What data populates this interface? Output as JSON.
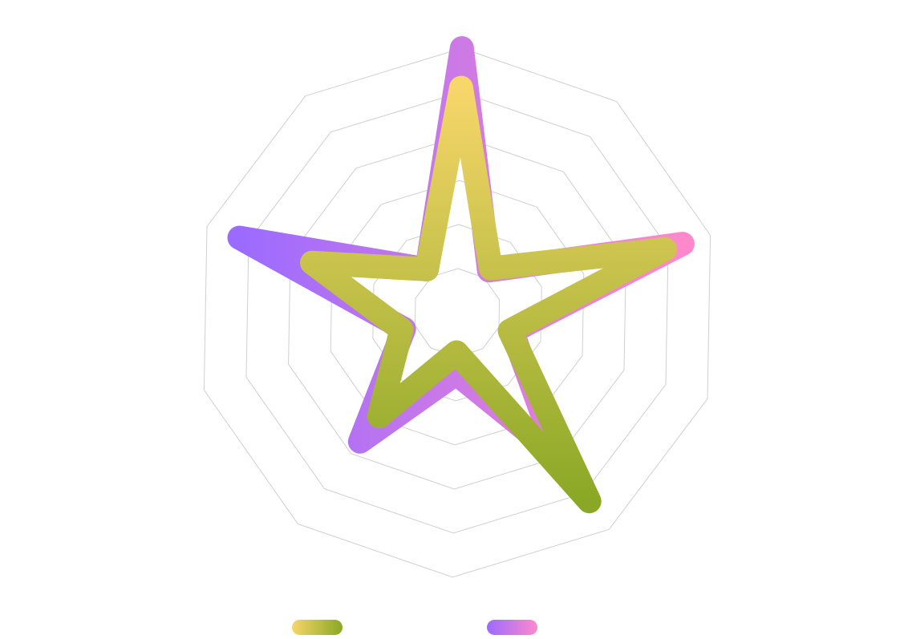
{
  "chart_data": {
    "type": "radar",
    "title": "",
    "axes_count": 10,
    "value_range": [
      0,
      100
    ],
    "rings": [
      16.67,
      33.33,
      50,
      66.67,
      83.33,
      100
    ],
    "grid": true,
    "legend_position": "bottom",
    "series": [
      {
        "name": "",
        "values": [
          85,
          21,
          82,
          21,
          87,
          15,
          49,
          22,
          58,
          20
        ],
        "gradient": [
          "#f7d66a",
          "#8aa825"
        ]
      },
      {
        "name": "",
        "values": [
          100,
          20,
          89,
          22,
          66,
          23,
          61,
          21,
          87,
          20
        ],
        "gradient": [
          "#9b6bff",
          "#ff88cc"
        ]
      }
    ]
  }
}
